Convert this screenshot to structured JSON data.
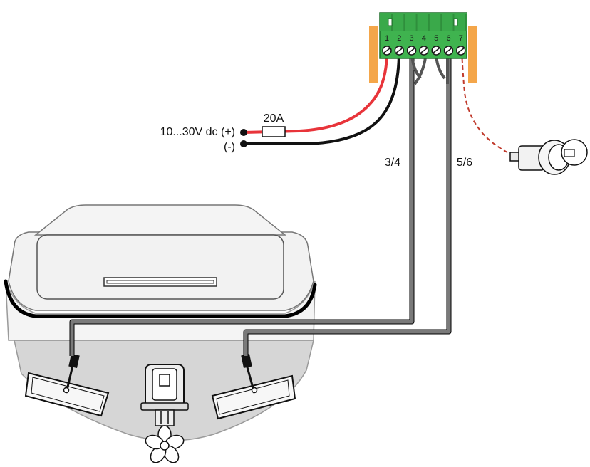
{
  "terminal_block": {
    "pins": [
      "1",
      "2",
      "3",
      "4",
      "5",
      "6",
      "7"
    ],
    "body_color": "#3fb34f",
    "tab_color": "#f4a64a"
  },
  "power": {
    "positive_label": "10...30V dc (+)",
    "negative_label": "(-)",
    "fuse_label": "20A"
  },
  "cables": {
    "cable_a_label": "3/4",
    "cable_b_label": "5/6"
  },
  "colors": {
    "positive_wire": "#e8343a",
    "negative_wire": "#111111",
    "cable_gray": "#6e6e6e",
    "hull_gray": "#d6d6d6",
    "deck_gray": "#f2f2f2"
  },
  "icons": {
    "key_switch": "ignition-key-switch-icon",
    "boat": "boat-stern-icon",
    "propeller": "propeller-icon"
  }
}
